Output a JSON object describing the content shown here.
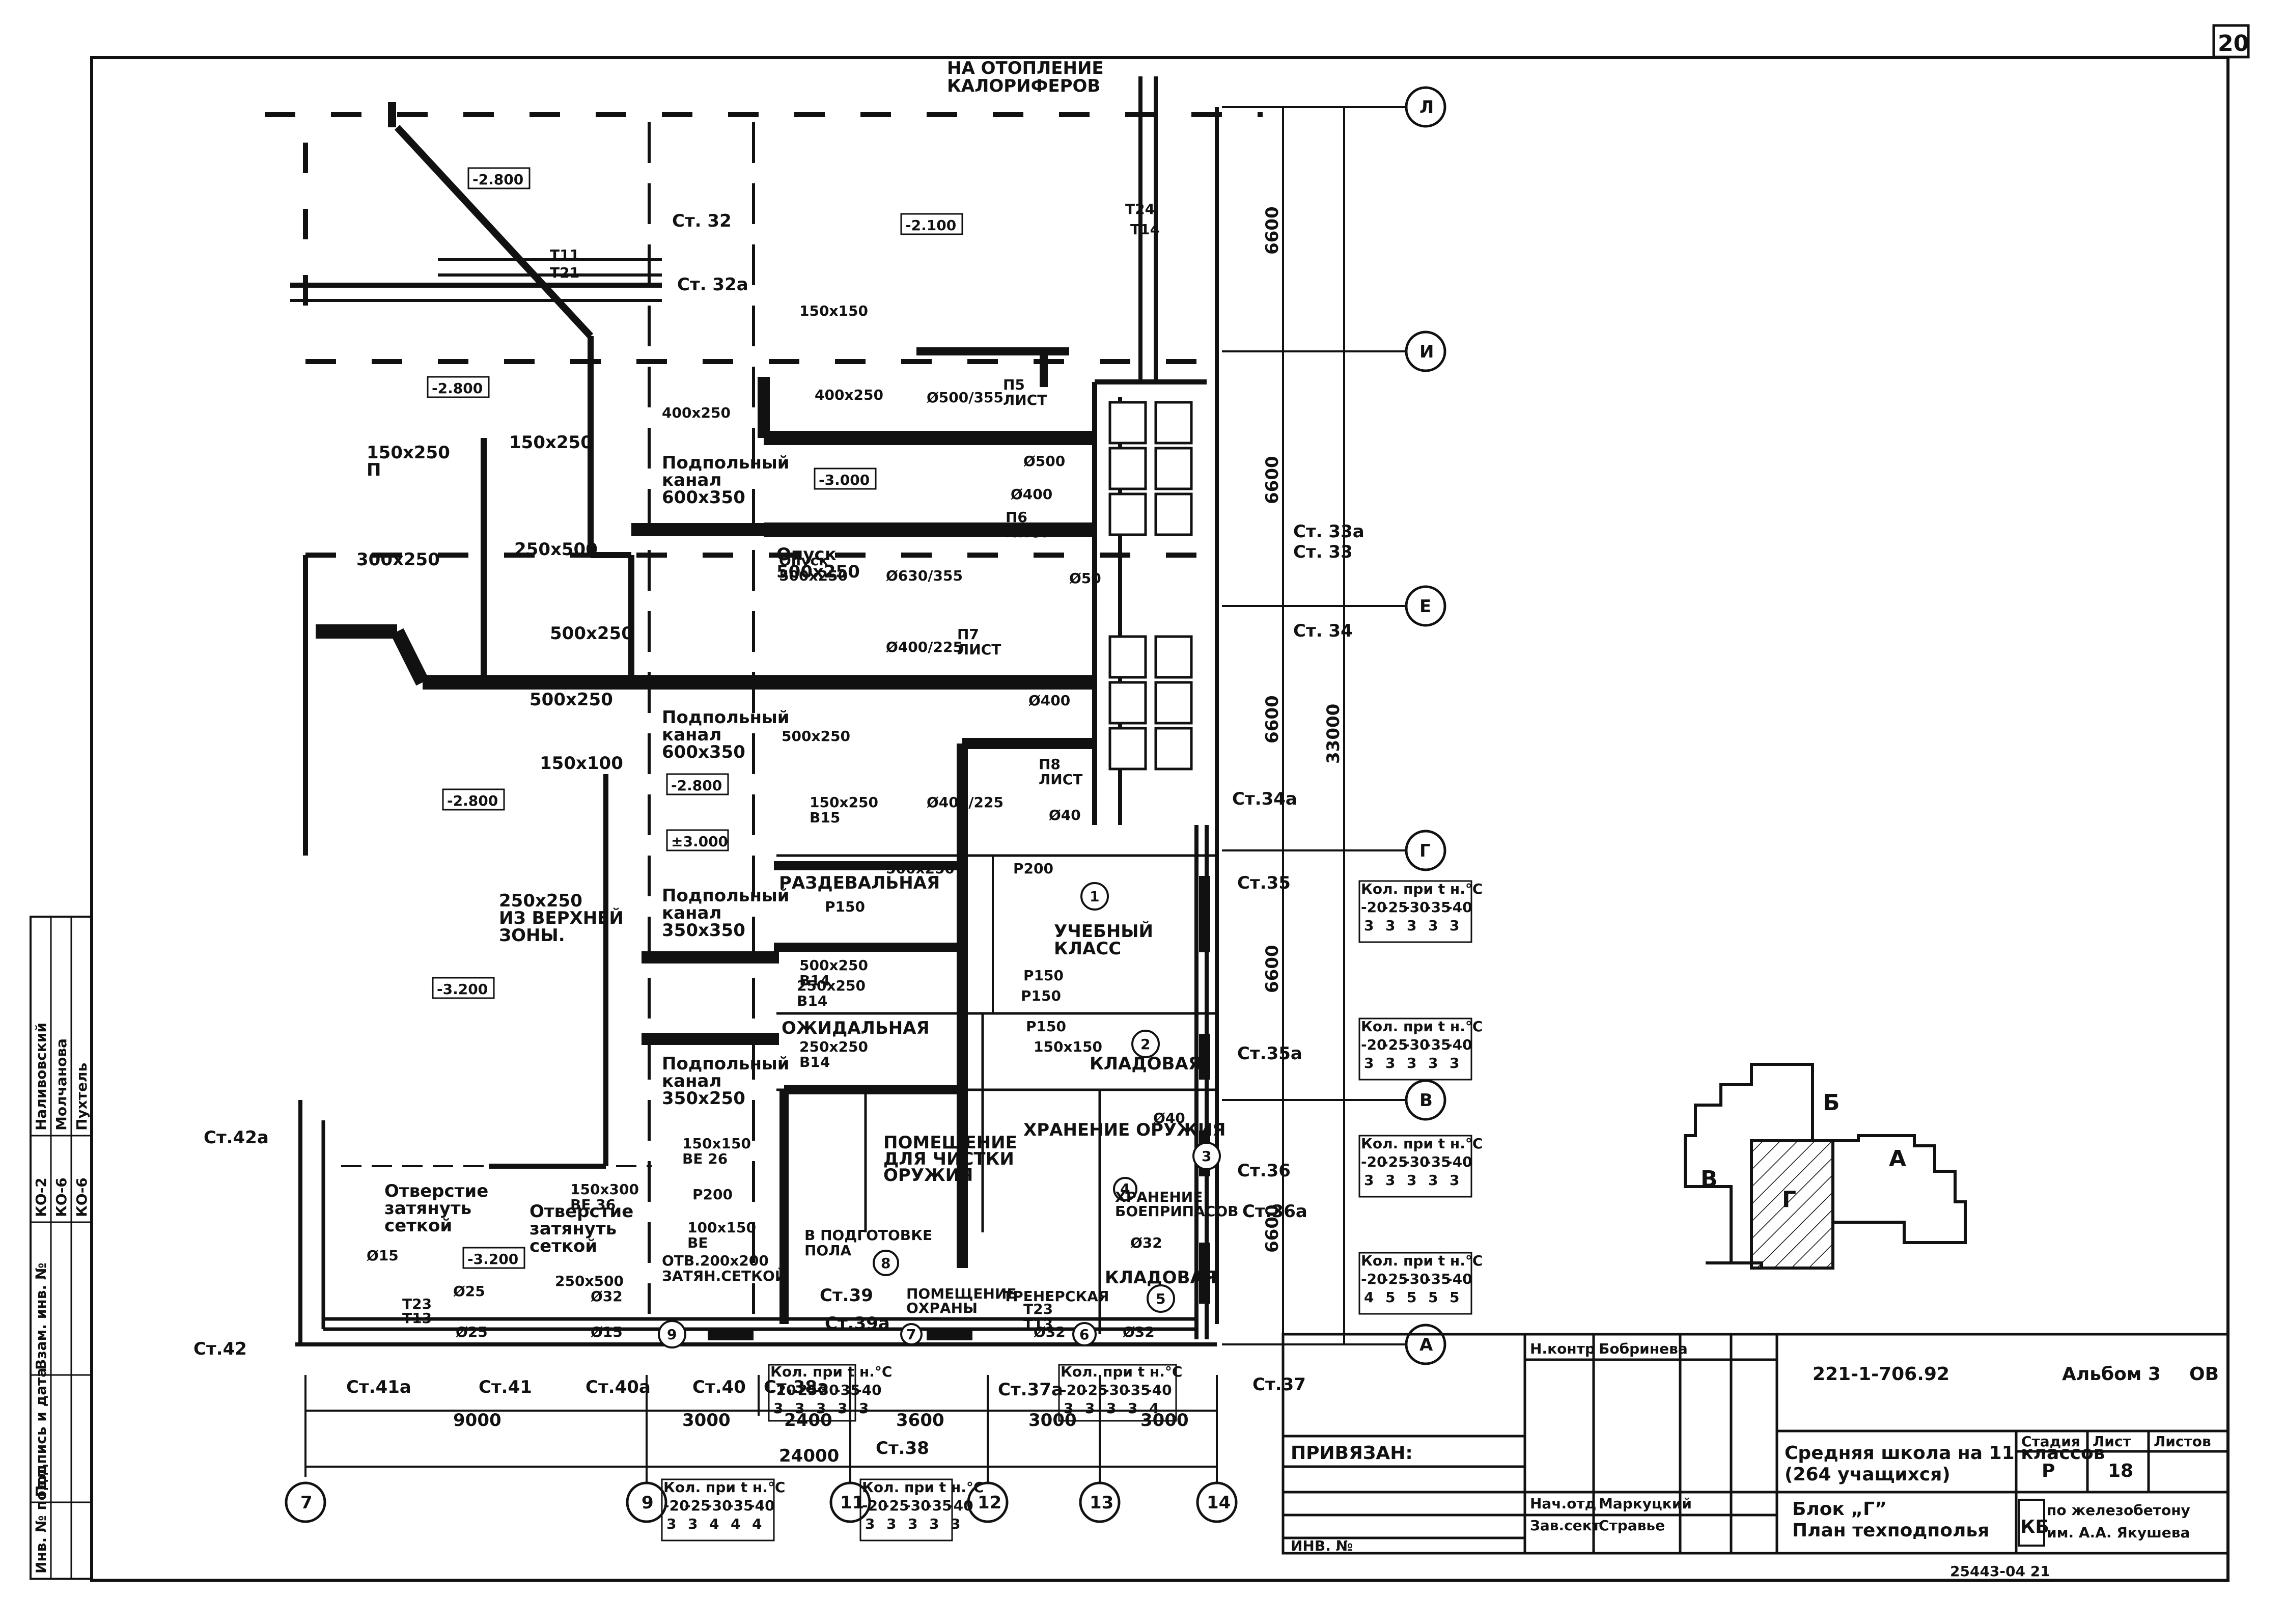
{
  "sheet_number": "20",
  "header_note": [
    "НА ОТОПЛЕНИЕ",
    "КАЛОРИФЕРОВ"
  ],
  "axes": {
    "horizontal": [
      "Л",
      "И",
      "Е",
      "Г",
      "В",
      "А"
    ],
    "vertical": [
      "7",
      "9",
      "11",
      "12",
      "13",
      "14"
    ]
  },
  "dimensions": {
    "right_spans": [
      "6600",
      "6600",
      "6600",
      "6600",
      "6600"
    ],
    "right_total": "33000",
    "bottom_spans": [
      "9000",
      "3000",
      "2400",
      "3600",
      "3000",
      "3000"
    ],
    "bottom_total": "24000"
  },
  "levels": [
    "-2.800",
    "-2.100",
    "-2.800",
    "-3.000",
    "-2.800",
    "-2.800",
    "±3.000",
    "-3.200",
    "-3.200"
  ],
  "rooms": [
    {
      "num": "1",
      "name": "УЧЕБНЫЙ\nКЛАСС"
    },
    {
      "num": "2",
      "name": "КЛАДОВАЯ"
    },
    {
      "num": "3",
      "name": "ХРАНЕНИЕ ОРУЖИЯ"
    },
    {
      "num": "4",
      "name": "ХРАНЕНИЕ\nБОЕПРИПАСОВ"
    },
    {
      "num": "5",
      "name": "КЛАДОВАЯ"
    },
    {
      "num": "6",
      "name": "ТРЕНЕРСКАЯ"
    },
    {
      "num": "7",
      "name": "ПОМЕЩЕНИЕ\nОХРАНЫ"
    },
    {
      "num": "8",
      "name": "В ПОДГОТОВКЕ\nПОЛА"
    },
    {
      "num": "9",
      "name": ""
    }
  ],
  "room_labels": [
    "РАЗДЕВАЛЬНАЯ",
    "ОЖИДАЛЬНАЯ",
    "ПОМЕЩЕНИЕ\nДЛЯ ЧИСТКИ\nОРУЖИЯ"
  ],
  "risers": [
    "Ст. 32",
    "Ст. 32а",
    "Ст. 33а",
    "Ст. 33",
    "Ст. 34",
    "Ст.34а",
    "Ст.35",
    "Ст.35а",
    "Ст.36",
    "Ст.36а",
    "Ст.37",
    "Ст.37а",
    "Ст.38",
    "Ст.38а",
    "Ст.39",
    "Ст.39а",
    "Ст.40",
    "Ст.40а",
    "Ст.41",
    "Ст.41а",
    "Ст.42",
    "Ст.42а"
  ],
  "duct_labels": [
    "150х150",
    "400х250",
    "400х250",
    "Ø500/355",
    "П5\nЛИСТ",
    "Ø500",
    "Ø400",
    "П6\nЛИСТ",
    "Ø50",
    "Ø630/355",
    "Опуск\n500х250",
    "500х250",
    "Ø400/225",
    "П7\nЛИСТ",
    "Ø400",
    "П8\nЛИСТ",
    "Ø40",
    "150х250\nВ15",
    "Ø400/225",
    "500х250",
    "Р200",
    "Р150",
    "500х250\nВ14",
    "250х250\nВ14",
    "250х250\nВ14",
    "Р150",
    "Р150",
    "Р150",
    "150х150",
    "150х150\nВЕ 26",
    "Р200",
    "100х150\nВЕ",
    "ОТВ.200х200\nЗАТЯН.СЕТКОЙ",
    "150х300\nВЕ 36",
    "250х500",
    "Ø25",
    "Ø32",
    "Ø15",
    "Ø25",
    "Ø15",
    "Ø32",
    "Ø40",
    "Ø32",
    "Ø32"
  ],
  "left_labels": [
    "-2.800",
    "150х250\nП",
    "150х250",
    "300х250",
    "250х500",
    "500х250",
    "500х250",
    "150х100",
    "250х250\nИЗ ВЕРХНЕЙ\nЗОНЫ.",
    "Подпольный\nканал\n600х350",
    "Опуск\n500х250",
    "Подпольный\nканал\n600х350",
    "Подпольный\nканал\n350х350",
    "Подпольный\nканал\n350х250",
    "Отверстие\nзатянуть\nсеткой",
    "Отверстие\nзатянуть\nсеткой"
  ],
  "pipe_labels": [
    "Т11",
    "Т21",
    "Т23",
    "Т13",
    "Т24",
    "Т14",
    "Т23",
    "Т13"
  ],
  "temp_tables": [
    {
      "title": "Кол. при t н.°С",
      "head": [
        "-20",
        "-25",
        "-30",
        "-35",
        "-40"
      ],
      "vals": [
        "3",
        "3",
        "3",
        "3",
        "3"
      ]
    },
    {
      "title": "Кол. при t н.°С",
      "head": [
        "-20",
        "-25",
        "-30",
        "-35",
        "-40"
      ],
      "vals": [
        "3",
        "3",
        "3",
        "3",
        "3"
      ]
    },
    {
      "title": "Кол. при t н.°С",
      "head": [
        "-20",
        "-25",
        "-30",
        "-35",
        "-40"
      ],
      "vals": [
        "3",
        "3",
        "3",
        "3",
        "3"
      ]
    },
    {
      "title": "Кол. при t н.°С",
      "head": [
        "-20",
        "-25",
        "-30",
        "-35",
        "-40"
      ],
      "vals": [
        "4",
        "5",
        "5",
        "5",
        "5"
      ]
    },
    {
      "title": "Кол. при t н.°С",
      "head": [
        "-20",
        "-25",
        "-30",
        "-35",
        "-40"
      ],
      "vals": [
        "3",
        "3",
        "4",
        "4",
        "4"
      ]
    },
    {
      "title": "Кол. при t н.°С",
      "head": [
        "-20",
        "-25",
        "-30",
        "-35",
        "-40"
      ],
      "vals": [
        "3",
        "3",
        "3",
        "3",
        "3"
      ]
    },
    {
      "title": "Кол. при t н.°С",
      "head": [
        "-20",
        "-25",
        "-30",
        "-35",
        "-40"
      ],
      "vals": [
        "3",
        "3",
        "3",
        "3",
        "3"
      ]
    },
    {
      "title": "Кол. при t н.°С",
      "head": [
        "-20",
        "-25",
        "-30",
        "-35",
        "-40"
      ],
      "vals": [
        "3",
        "3",
        "3",
        "3",
        "4"
      ]
    }
  ],
  "keyplan": [
    "Б",
    "В",
    "Г",
    "А"
  ],
  "title_block": {
    "norm_control_role": "Н.контр",
    "norm_control_name": "Бобринева",
    "dept_head_role": "Нач.отд",
    "dept_head_name": "Маркуцкий",
    "sector_head_role": "Зав.сект",
    "sector_head_name": "Стравье",
    "bound_label": "ПРИВЯЗАН:",
    "inv_label": "ИНВ. №",
    "project_code": "221-1-706.92",
    "album": "Альбом 3",
    "section": "ОВ",
    "object_title": "Средняя школа на 11 классов\n(264 учащихся)",
    "sheet_title": "Блок „Г”\nПлан техподполья",
    "stage_label": "Стадия",
    "stage": "Р",
    "sheet_label": "Лист",
    "sheet": "18",
    "sheets_label": "Листов",
    "sheets": "",
    "org_logo": "КБ",
    "org": "по железобетону\nим. А.А. Якушева",
    "archive": "25443-04  21"
  },
  "left_stamp": {
    "codes": [
      "КО-2",
      "КО-6",
      "КО-6"
    ],
    "names": [
      "Наливовский",
      "Молчанова",
      "Пухтель"
    ],
    "fields": [
      "Инв. № подл.",
      "Подпись и дата",
      "Взам. инв. №"
    ]
  }
}
